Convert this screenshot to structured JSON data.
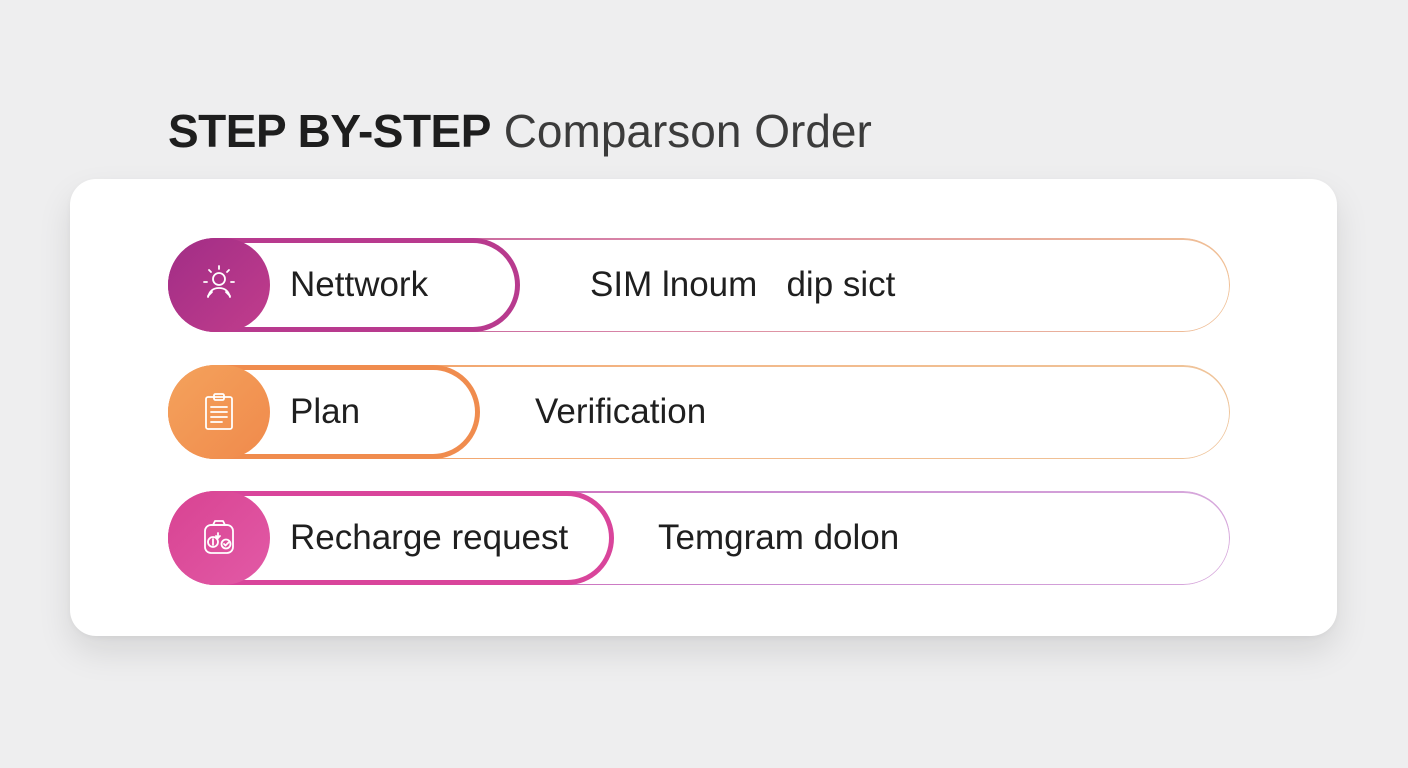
{
  "title": {
    "bold": "STEP BY-STEP",
    "light": "Comparson Order"
  },
  "steps": [
    {
      "label": "Nettwork",
      "detail": "SIM lnoum   dip sict",
      "icon": "network-user-icon",
      "color": "#b23a8f"
    },
    {
      "label": "Plan",
      "detail": "Verification",
      "icon": "clipboard-icon",
      "color": "#f08c4e"
    },
    {
      "label": "Recharge request",
      "detail": "Temgram dolon",
      "icon": "recharge-wallet-icon",
      "color": "#d9459b"
    }
  ]
}
